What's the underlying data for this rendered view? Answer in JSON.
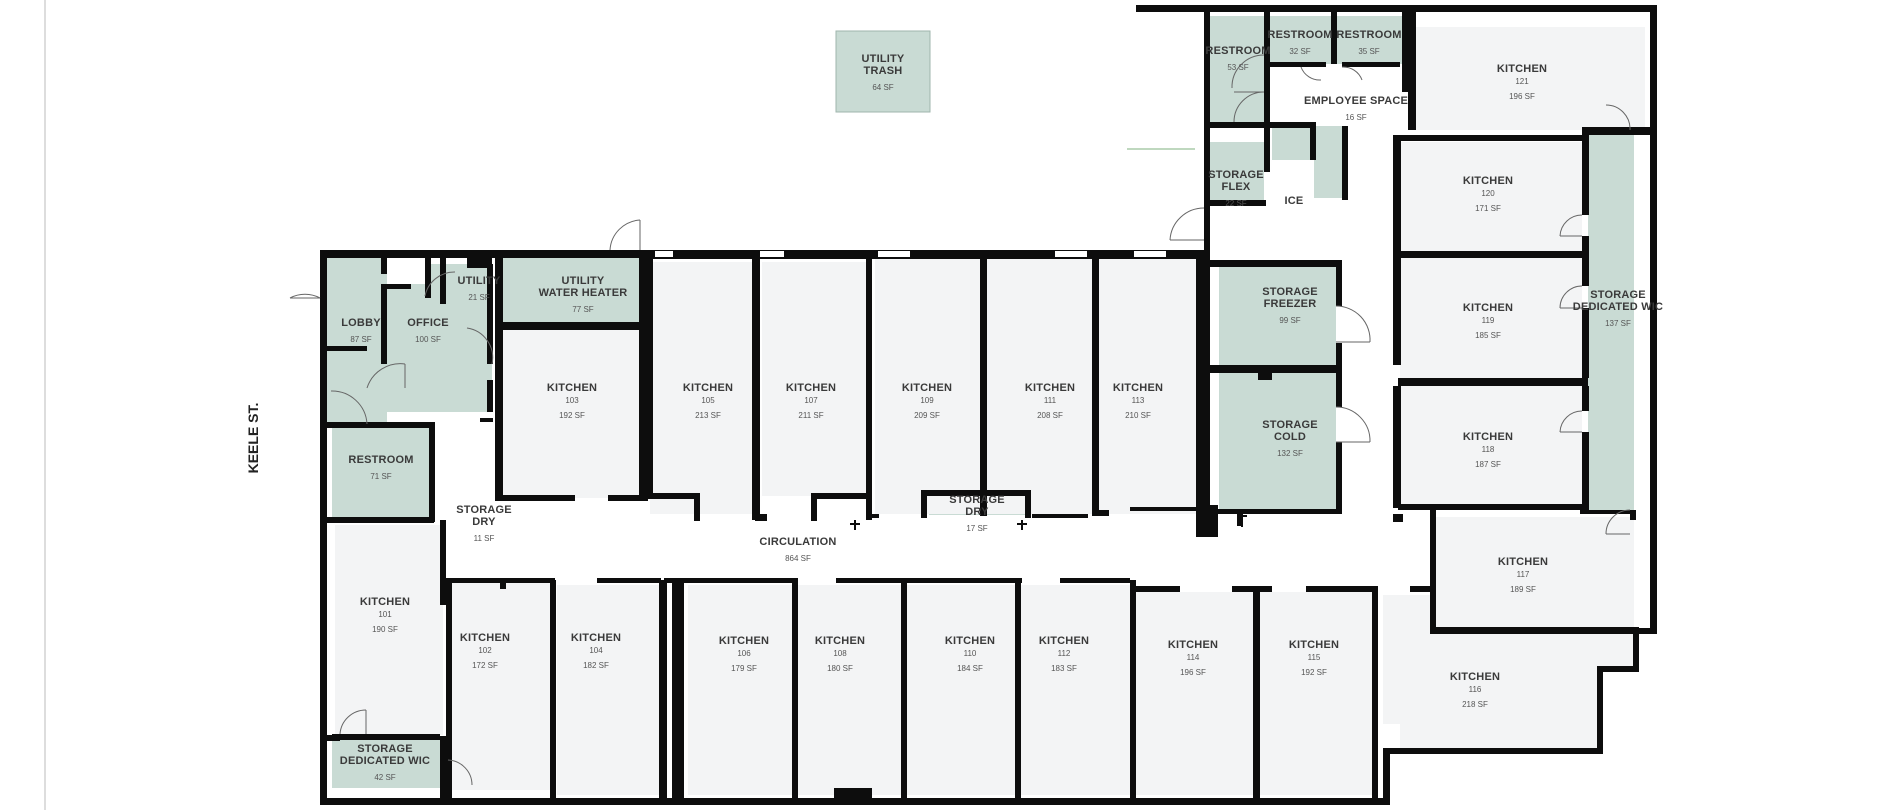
{
  "street": "KEELE ST.",
  "colors": {
    "wall": "#0d0d0d",
    "service_fill": "#c9dbd4",
    "kitchen_fill": "#f3f4f5",
    "door": "#666666"
  },
  "rooms": {
    "utility_trash": {
      "lines": [
        "UTILITY",
        "TRASH"
      ],
      "area": "64 SF"
    },
    "restroom_53": {
      "lines": [
        "RESTROOM"
      ],
      "area": "53 SF"
    },
    "restroom_32": {
      "lines": [
        "RESTROOM"
      ],
      "area": "32 SF"
    },
    "restroom_35": {
      "lines": [
        "RESTROOM"
      ],
      "area": "35 SF"
    },
    "employee_space": {
      "lines": [
        "EMPLOYEE SPACE"
      ],
      "area": "16 SF"
    },
    "storage_flex": {
      "lines": [
        "STORAGE",
        "FLEX"
      ],
      "area": "22 SF"
    },
    "ice": {
      "lines": [
        "ICE"
      ],
      "area": ""
    },
    "kitchen_121": {
      "lines": [
        "KITCHEN",
        "121"
      ],
      "area": "196 SF"
    },
    "kitchen_120": {
      "lines": [
        "KITCHEN",
        "120"
      ],
      "area": "171 SF"
    },
    "kitchen_119": {
      "lines": [
        "KITCHEN",
        "119"
      ],
      "area": "185 SF"
    },
    "kitchen_118": {
      "lines": [
        "KITCHEN",
        "118"
      ],
      "area": "187 SF"
    },
    "kitchen_117": {
      "lines": [
        "KITCHEN",
        "117"
      ],
      "area": "189 SF"
    },
    "kitchen_116": {
      "lines": [
        "KITCHEN",
        "116"
      ],
      "area": "218 SF"
    },
    "storage_dedicated_east": {
      "lines": [
        "STORAGE",
        "DEDICATED WIC"
      ],
      "area": "137 SF"
    },
    "storage_freezer": {
      "lines": [
        "STORAGE",
        "FREEZER"
      ],
      "area": "99 SF"
    },
    "storage_cold": {
      "lines": [
        "STORAGE",
        "COLD"
      ],
      "area": "132 SF"
    },
    "lobby": {
      "lines": [
        "LOBBY"
      ],
      "area": "87 SF"
    },
    "office": {
      "lines": [
        "OFFICE"
      ],
      "area": "100 SF"
    },
    "utility_21": {
      "lines": [
        "UTILITY"
      ],
      "area": "21 SF"
    },
    "utility_water_heater": {
      "lines": [
        "UTILITY",
        "WATER HEATER"
      ],
      "area": "77 SF"
    },
    "restroom_71": {
      "lines": [
        "RESTROOM"
      ],
      "area": "71 SF"
    },
    "kitchen_103": {
      "lines": [
        "KITCHEN",
        "103"
      ],
      "area": "192 SF"
    },
    "kitchen_105": {
      "lines": [
        "KITCHEN",
        "105"
      ],
      "area": "213 SF"
    },
    "kitchen_107": {
      "lines": [
        "KITCHEN",
        "107"
      ],
      "area": "211 SF"
    },
    "kitchen_109": {
      "lines": [
        "KITCHEN",
        "109"
      ],
      "area": "209 SF"
    },
    "kitchen_111": {
      "lines": [
        "KITCHEN",
        "111"
      ],
      "area": "208 SF"
    },
    "kitchen_113": {
      "lines": [
        "KITCHEN",
        "113"
      ],
      "area": "210 SF"
    },
    "storage_dry_11": {
      "lines": [
        "STORAGE",
        "DRY"
      ],
      "area": "11 SF"
    },
    "storage_dry_17": {
      "lines": [
        "STORAGE",
        "DRY"
      ],
      "area": "17 SF"
    },
    "circulation": {
      "lines": [
        "CIRCULATION"
      ],
      "area": "864 SF"
    },
    "kitchen_101": {
      "lines": [
        "KITCHEN",
        "101"
      ],
      "area": "190 SF"
    },
    "kitchen_102": {
      "lines": [
        "KITCHEN",
        "102"
      ],
      "area": "172 SF"
    },
    "kitchen_104": {
      "lines": [
        "KITCHEN",
        "104"
      ],
      "area": "182 SF"
    },
    "kitchen_106": {
      "lines": [
        "KITCHEN",
        "106"
      ],
      "area": "179 SF"
    },
    "kitchen_108": {
      "lines": [
        "KITCHEN",
        "108"
      ],
      "area": "180 SF"
    },
    "kitchen_110": {
      "lines": [
        "KITCHEN",
        "110"
      ],
      "area": "184 SF"
    },
    "kitchen_112": {
      "lines": [
        "KITCHEN",
        "112"
      ],
      "area": "183 SF"
    },
    "kitchen_114": {
      "lines": [
        "KITCHEN",
        "114"
      ],
      "area": "196 SF"
    },
    "kitchen_115": {
      "lines": [
        "KITCHEN",
        "115"
      ],
      "area": "192 SF"
    },
    "storage_dedicated_west": {
      "lines": [
        "STORAGE",
        "DEDICATED WIC"
      ],
      "area": "42 SF"
    }
  }
}
